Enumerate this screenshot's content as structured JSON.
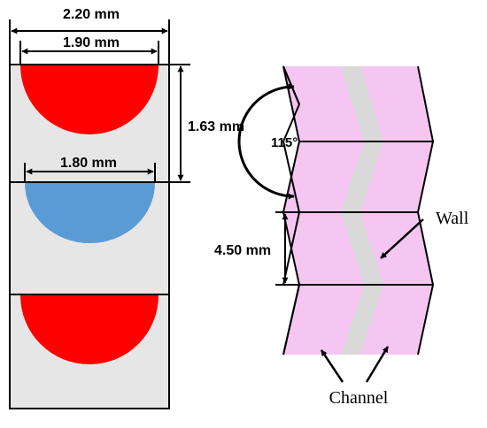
{
  "colors": {
    "panel_fill": "#e6e6e6",
    "red_half": "#ff0000",
    "blue_half": "#5b9bd5",
    "channel_fill": "#f4c6f1",
    "wall_fill": "#d9d9d9",
    "outline": "#000000"
  },
  "left_figure": {
    "outer_width_label": "2.20 mm",
    "red_diameter_label": "1.90 mm",
    "blue_diameter_label": "1.80 mm",
    "pitch_label": "1.63 mm"
  },
  "right_figure": {
    "angle_label": "115°",
    "segment_label": "4.50 mm",
    "wall_label": "Wall",
    "channel_label": "Channel"
  }
}
